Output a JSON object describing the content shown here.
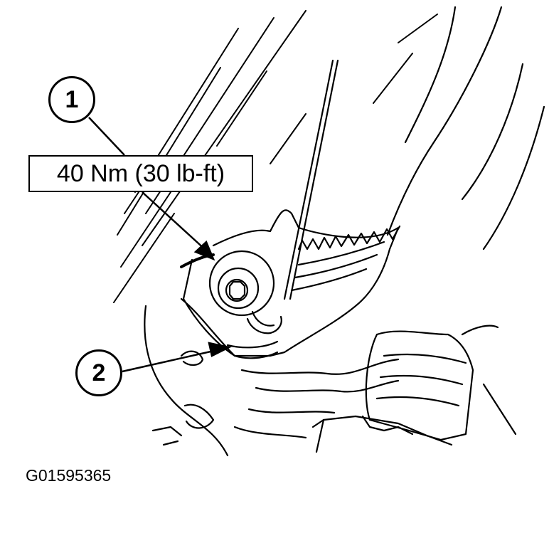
{
  "callouts": [
    {
      "number": "1"
    },
    {
      "number": "2"
    }
  ],
  "torque_spec": "40 Nm (30 lb-ft)",
  "figure_id": "G01595365",
  "colors": {
    "ink": "#000000",
    "paper": "#ffffff"
  }
}
